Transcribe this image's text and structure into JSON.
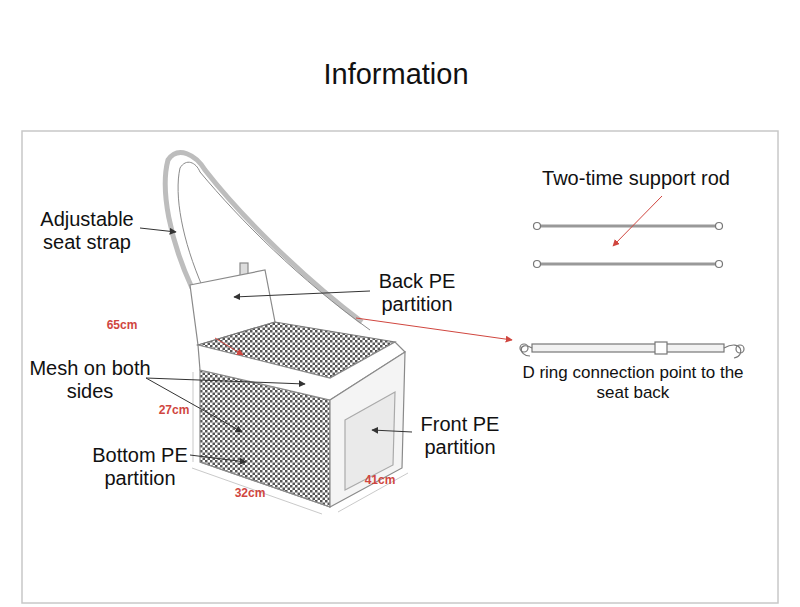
{
  "diagram": {
    "title": "Information",
    "labels": [
      "Adjustable seat strap",
      "Back PE partition",
      "65cm",
      "Mesh on both sides",
      "27cm",
      "Bottom PE partition",
      "32cm",
      "41cm",
      "Front PE partition",
      "Two-time support rod",
      "D ring connection point to the seat back"
    ]
  }
}
